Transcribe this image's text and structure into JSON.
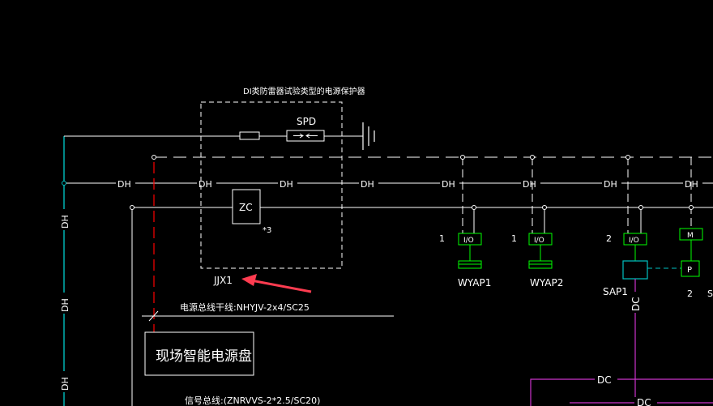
{
  "labels": {
    "device_title": "DI类防雷器试验类型的电源保护器",
    "spd": "SPD",
    "zc": "ZC",
    "zc_count": "*3",
    "jjx": "JJX1",
    "power_cable": "电源总线干线:NHYJV-2x4/SC25",
    "panel": "现场智能电源盘",
    "signal_cable": "信号总线:(ZNRVVS-2*2.5/SC20)",
    "dh": "DH",
    "io": "I/O",
    "m": "M",
    "p": "P",
    "dc": "DC",
    "num_1": "1",
    "num_2": "2",
    "wyap1": "WYAP1",
    "wyap2": "WYAP2",
    "sap1": "SAP1",
    "s_partial": "S"
  },
  "colors": {
    "background": "#000000",
    "line": "#ffffff",
    "cyan": "#00c0c0",
    "green": "#00ff00",
    "red": "#ff0000",
    "magenta": "#cc33cc",
    "arrow": "#ff3c50"
  }
}
